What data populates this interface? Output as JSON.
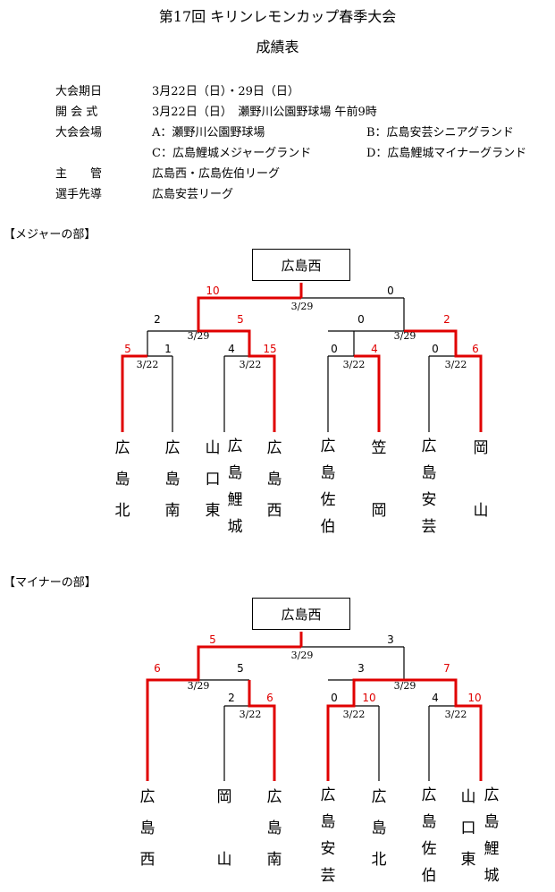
{
  "header": {
    "title": "第17回 キリンレモンカップ春季大会",
    "subtitle": "成績表"
  },
  "info": [
    {
      "label": "大会期日",
      "value": "3月22日（日）・29日（日）"
    },
    {
      "label": "開 会 式",
      "value": "3月22日（日）　瀬野川公園野球場 午前9時"
    },
    {
      "label": "大会会場",
      "value": "A：瀬野川公園野球場",
      "value2": "B：広島安芸シニアグランド"
    },
    {
      "label": "",
      "value": "C：広島鯉城メジャーグランド",
      "value2": "D：広島鯉城マイナーグランド"
    },
    {
      "label": "主　　管",
      "value": "広島西・広島佐伯リーグ"
    },
    {
      "label": "選手先導",
      "value": "広島安芸リーグ"
    }
  ],
  "major": {
    "section_label": "【メジャーの部】",
    "champion": "広島西",
    "teams": [
      {
        "name": [
          "広",
          "島",
          "北"
        ]
      },
      {
        "name": [
          "広",
          "島",
          "南"
        ]
      },
      {
        "name": [
          "山",
          "口",
          "東"
        ]
      },
      {
        "name": [
          "広",
          "島",
          "鯉",
          "城"
        ]
      },
      {
        "name": [
          "広",
          "島",
          "西"
        ]
      },
      {
        "name": [
          "広",
          "島",
          "佐",
          "伯"
        ]
      },
      {
        "name": [
          "笠",
          "",
          "岡"
        ]
      },
      {
        "name": [
          "広",
          "島",
          "安",
          "芸"
        ]
      },
      {
        "name": [
          "岡",
          "",
          "山"
        ]
      }
    ],
    "scores": {
      "final_left": "10",
      "final_right": "0",
      "final_date": "3/29",
      "sf1_left": "2",
      "sf1_right": "5",
      "sf1_date": "3/29",
      "sf2_left": "0",
      "sf2_right": "2",
      "sf2_date": "3/29",
      "q1_left": "5",
      "q1_right": "1",
      "q1_date": "3/22",
      "q2_left": "4",
      "q2_right": "15",
      "q2_date": "3/22",
      "q3_left": "0",
      "q3_right": "4",
      "q3_date": "3/22",
      "q4_left": "0",
      "q4_right": "6",
      "q4_date": "3/22"
    }
  },
  "minor": {
    "section_label": "【マイナーの部】",
    "champion": "広島西",
    "teams": [
      {
        "name": [
          "広",
          "島",
          "西"
        ]
      },
      {
        "name": [
          "岡",
          "",
          "山"
        ]
      },
      {
        "name": [
          "広",
          "島",
          "南"
        ]
      },
      {
        "name": [
          "広",
          "島",
          "安",
          "芸"
        ]
      },
      {
        "name": [
          "広",
          "島",
          "北"
        ]
      },
      {
        "name": [
          "広",
          "島",
          "佐",
          "伯"
        ]
      },
      {
        "name": [
          "山",
          "口",
          "東"
        ]
      },
      {
        "name": [
          "広",
          "島",
          "鯉",
          "城"
        ]
      }
    ],
    "scores": {
      "final_left": "5",
      "final_right": "3",
      "final_date": "3/29",
      "sf1_left": "6",
      "sf1_right": "5",
      "sf1_date": "3/29",
      "sf2_left": "3",
      "sf2_right": "7",
      "sf2_date": "3/29",
      "q1_left": "2",
      "q1_right": "6",
      "q1_date": "3/22",
      "q2_left": "0",
      "q2_right": "10",
      "q2_date": "3/22",
      "q3_left": "4",
      "q3_right": "10",
      "q3_date": "3/22"
    }
  },
  "colors": {
    "winner_line": "#e00000",
    "line": "#000000"
  }
}
